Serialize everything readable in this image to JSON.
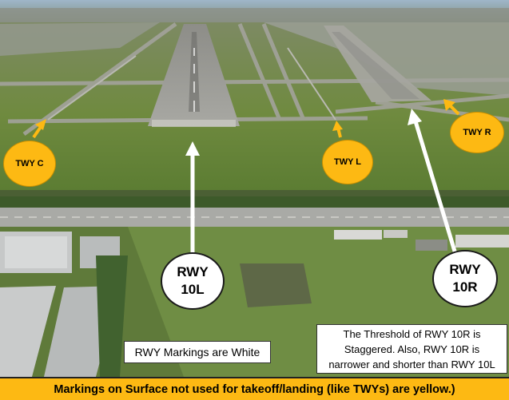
{
  "callouts": {
    "twy_c": "TWY C",
    "twy_l": "TWY L",
    "twy_r": "TWY R",
    "rwy_10l_line1": "RWY",
    "rwy_10l_line2": "10L",
    "rwy_10r_line1": "RWY",
    "rwy_10r_line2": "10R"
  },
  "notes": {
    "markings_white": "RWY Markings are White",
    "threshold_note_line1": "The Threshold of RWY 10R is",
    "threshold_note_line2": "Staggered. Also, RWY 10R is",
    "threshold_note_line3": "narrower and shorter than RWY 10L"
  },
  "banner": {
    "text": "Markings on Surface not used for takeoff/landing (like TWYs) are yellow.)"
  },
  "colors": {
    "taxiway_callout": "#fdb913",
    "runway_callout": "#ffffff",
    "banner": "#fdb913"
  }
}
